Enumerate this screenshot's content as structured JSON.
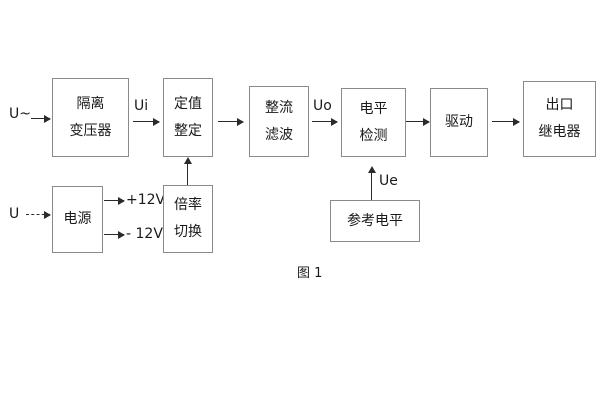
{
  "diagram": {
    "caption": "图 1",
    "blocks": [
      {
        "id": "isolation-transformer",
        "lines": [
          "隔离",
          "变压器"
        ]
      },
      {
        "id": "setting-value",
        "lines": [
          "定值",
          "整定"
        ]
      },
      {
        "id": "rectify-filter",
        "lines": [
          "整流",
          "滤波"
        ]
      },
      {
        "id": "level-detection",
        "lines": [
          "电平",
          "检测"
        ]
      },
      {
        "id": "drive",
        "lines": [
          "驱动"
        ]
      },
      {
        "id": "output-relay",
        "lines": [
          "出口",
          "继电器"
        ]
      },
      {
        "id": "power-supply",
        "lines": [
          "电源"
        ]
      },
      {
        "id": "multiplier-switch",
        "lines": [
          "倍率",
          "切换"
        ]
      },
      {
        "id": "reference-level",
        "lines": [
          "参考电平"
        ]
      }
    ],
    "labels": {
      "input_ac": "U~",
      "input_dc": "U",
      "ui": "Ui",
      "uo": "Uo",
      "ue": "Ue",
      "rail_pos": "+12V",
      "rail_neg": "- 12V"
    }
  },
  "colors": {
    "box_border": "#8a8a8a",
    "arrow": "#2b2b2b",
    "text": "#1a1a1a",
    "background": "#ffffff"
  }
}
